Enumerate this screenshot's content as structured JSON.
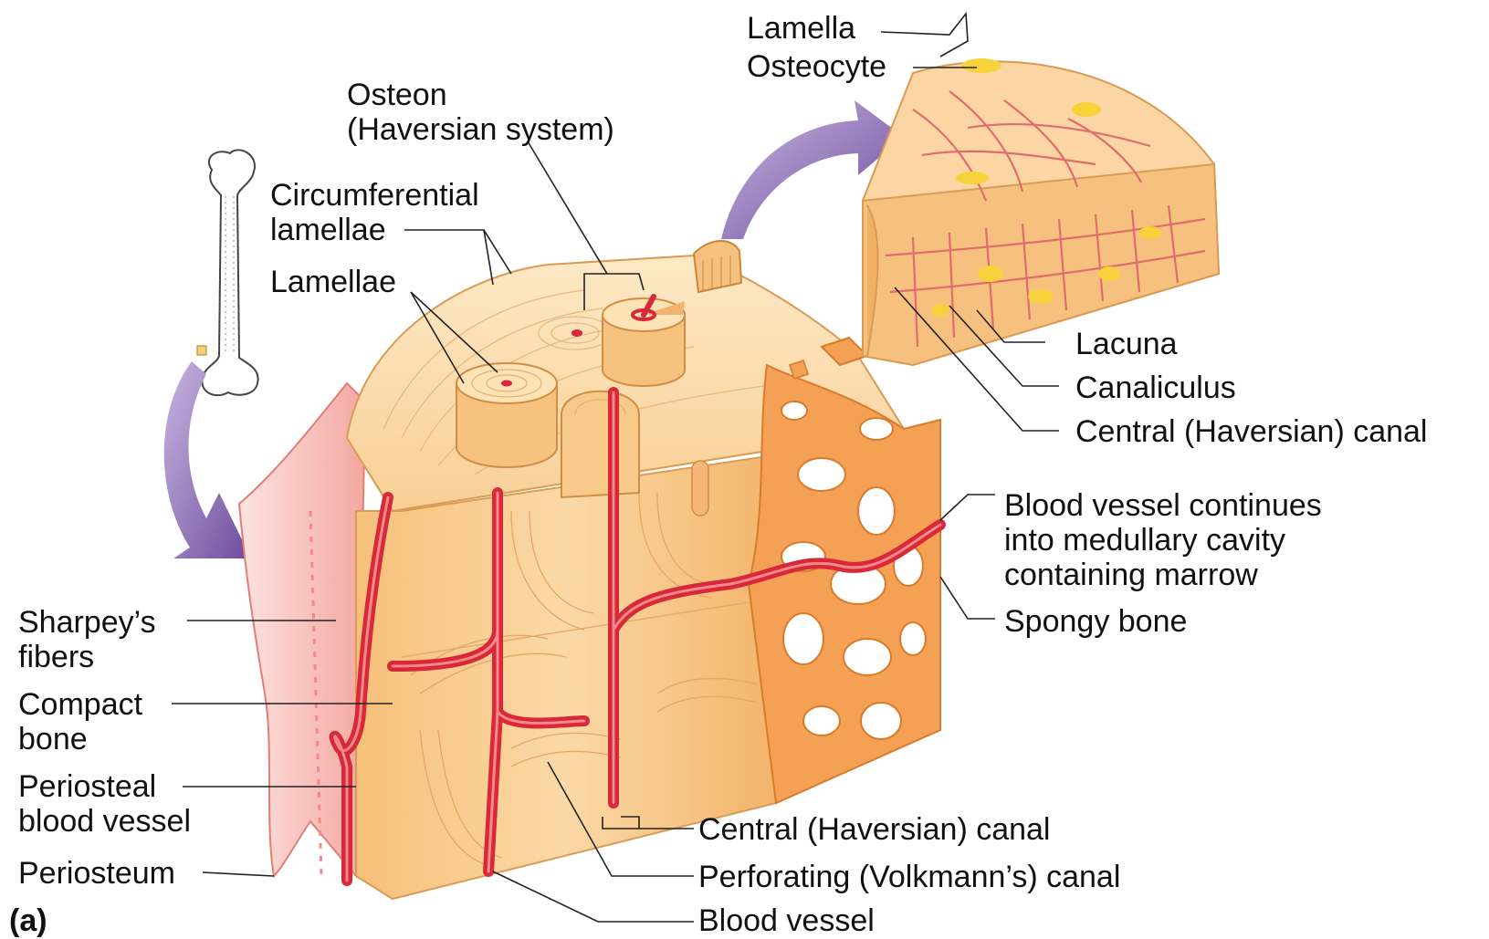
{
  "labels": {
    "lamella": "Lamella",
    "osteocyte": "Osteocyte",
    "osteon": "Osteon\n(Haversian system)",
    "circumferential": "Circumferential\nlamellae",
    "lamellae": "Lamellae",
    "lacuna": "Lacuna",
    "canaliculus": "Canaliculus",
    "central_canal_top": "Central (Haversian) canal",
    "blood_vessel_continues": "Blood vessel continues\ninto medullary cavity\ncontaining marrow",
    "spongy_bone": "Spongy bone",
    "sharpeys": "Sharpey’s\nfibers",
    "compact": "Compact\nbone",
    "periosteal": "Periosteal\nblood vessel",
    "periosteum": "Periosteum",
    "central_canal_bottom": "Central (Haversian) canal",
    "perforating": "Perforating (Volkmann’s) canal",
    "blood_vessel": "Blood vessel",
    "panel": "(a)"
  },
  "colors": {
    "bone_light": "#fde4b8",
    "bone_mid": "#f8c98a",
    "bone_dark": "#e9a35c",
    "spongy": "#f3a45c",
    "vessel": "#d8283a",
    "vessel_light": "#f06a6a",
    "osteocyte": "#f7d23a",
    "arrow": "#7b5aa6",
    "periosteum": "#f7b9b4",
    "leader": "#222222"
  }
}
